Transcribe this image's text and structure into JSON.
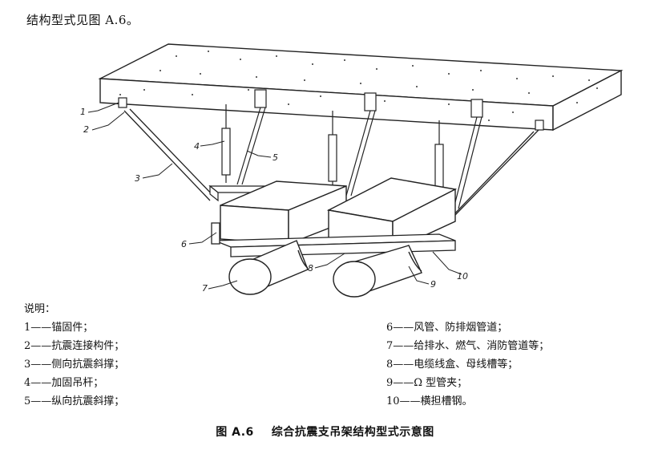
{
  "intro": "结构型式见图 A.6。",
  "figure": {
    "callouts": [
      "1",
      "2",
      "3",
      "4",
      "5",
      "6",
      "7",
      "8",
      "9",
      "10"
    ]
  },
  "notes": {
    "heading": "说明：",
    "items": [
      "1——锚固件；",
      "2——抗震连接构件；",
      "3——侧向抗震斜撑；",
      "4——加固吊杆；",
      "5——纵向抗震斜撑；",
      "6——风管、防排烟管道；",
      "7——给排水、燃气、消防管道等；",
      "8——电缆线盒、母线槽等；",
      "9——Ω 型管夹；",
      "10——横担槽钢。"
    ]
  },
  "caption": {
    "number": "图 A.6",
    "title": "综合抗震支吊架结构型式示意图"
  }
}
